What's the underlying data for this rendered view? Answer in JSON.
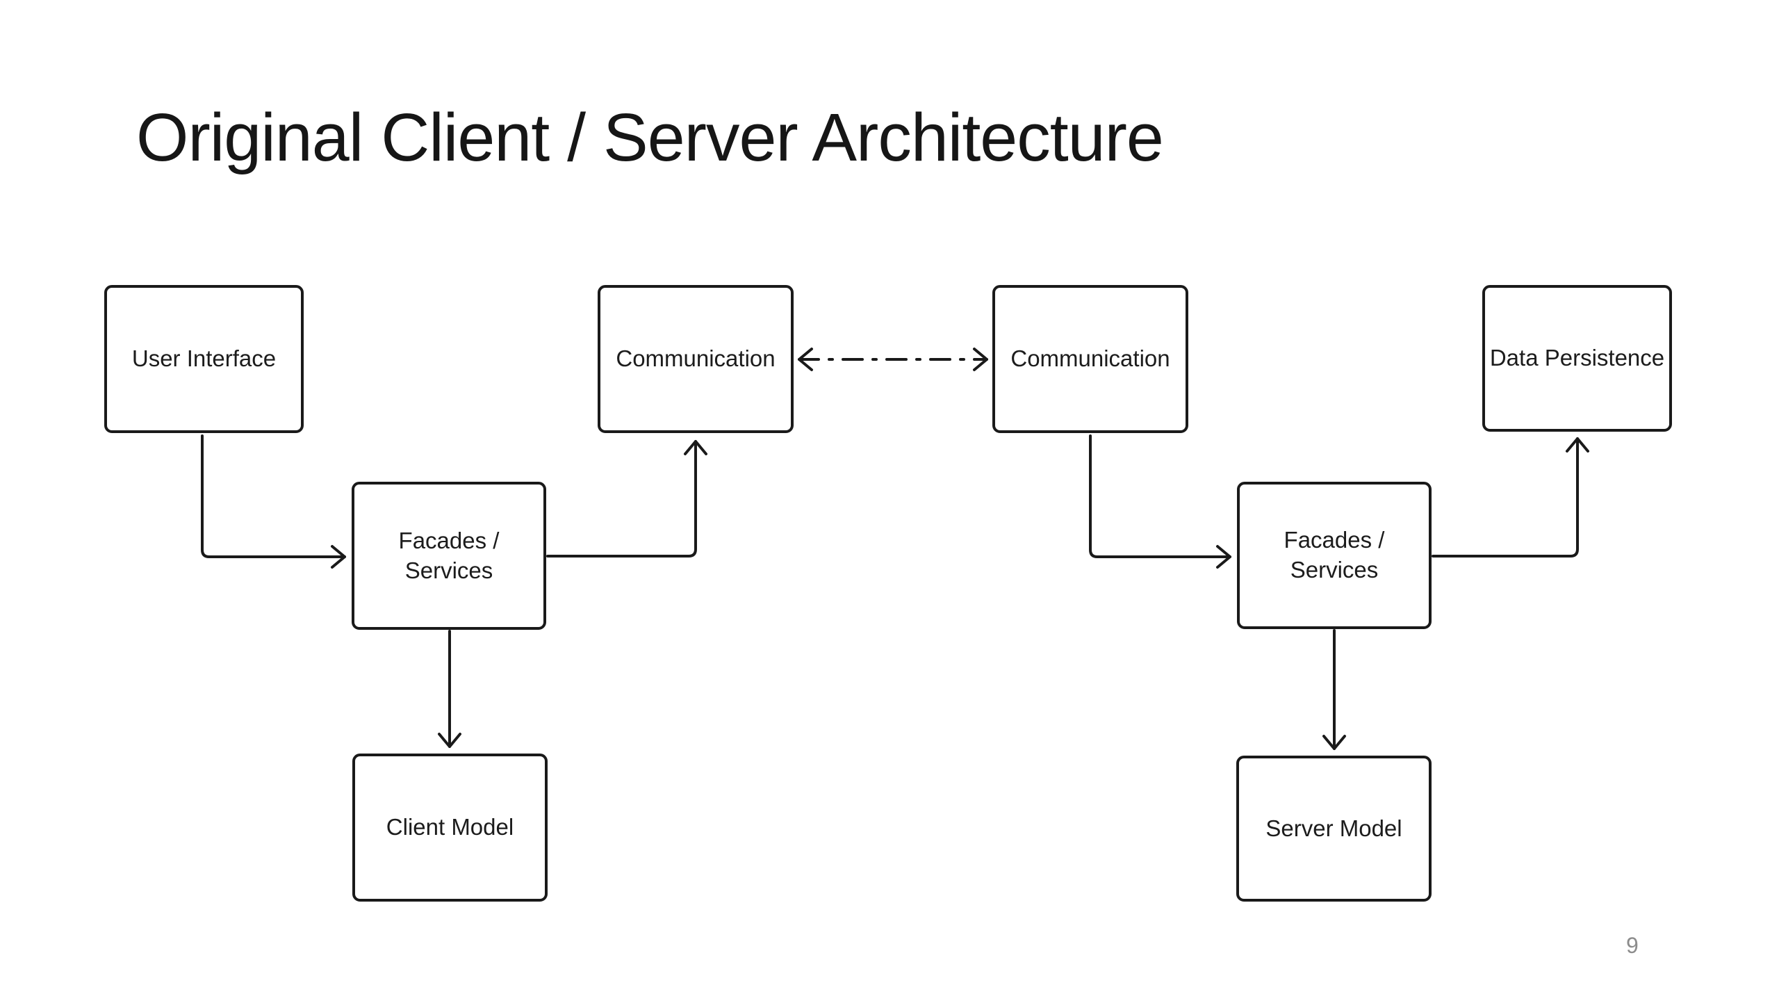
{
  "slide": {
    "title": "Original Client / Server Architecture",
    "page_number": "9"
  },
  "diagram": {
    "nodes": [
      {
        "id": "user-interface",
        "label": "User Interface"
      },
      {
        "id": "communication-left",
        "label": "Communication"
      },
      {
        "id": "communication-right",
        "label": "Communication"
      },
      {
        "id": "data-persistence",
        "label": "Data Persistence"
      },
      {
        "id": "facades-services-left",
        "label": "Facades /\nServices"
      },
      {
        "id": "facades-services-right",
        "label": "Facades /\nServices"
      },
      {
        "id": "client-model",
        "label": "Client Model"
      },
      {
        "id": "server-model",
        "label": "Server Model"
      }
    ],
    "edges": [
      {
        "from": "user-interface",
        "to": "facades-services-left",
        "style": "solid",
        "direction": "one-way"
      },
      {
        "from": "facades-services-left",
        "to": "communication-left",
        "style": "solid",
        "direction": "one-way"
      },
      {
        "from": "facades-services-left",
        "to": "client-model",
        "style": "solid",
        "direction": "one-way"
      },
      {
        "from": "communication-left",
        "to": "communication-right",
        "style": "dash-dot",
        "direction": "two-way"
      },
      {
        "from": "communication-right",
        "to": "facades-services-right",
        "style": "solid",
        "direction": "one-way"
      },
      {
        "from": "facades-services-right",
        "to": "data-persistence",
        "style": "solid",
        "direction": "one-way"
      },
      {
        "from": "facades-services-right",
        "to": "server-model",
        "style": "solid",
        "direction": "one-way"
      }
    ],
    "colors": {
      "stroke": "#1a1a1a",
      "box_fill": "#ffffff",
      "text": "#1c1c1c",
      "page_number": "#8c8c8c",
      "background": "#ffffff"
    }
  }
}
